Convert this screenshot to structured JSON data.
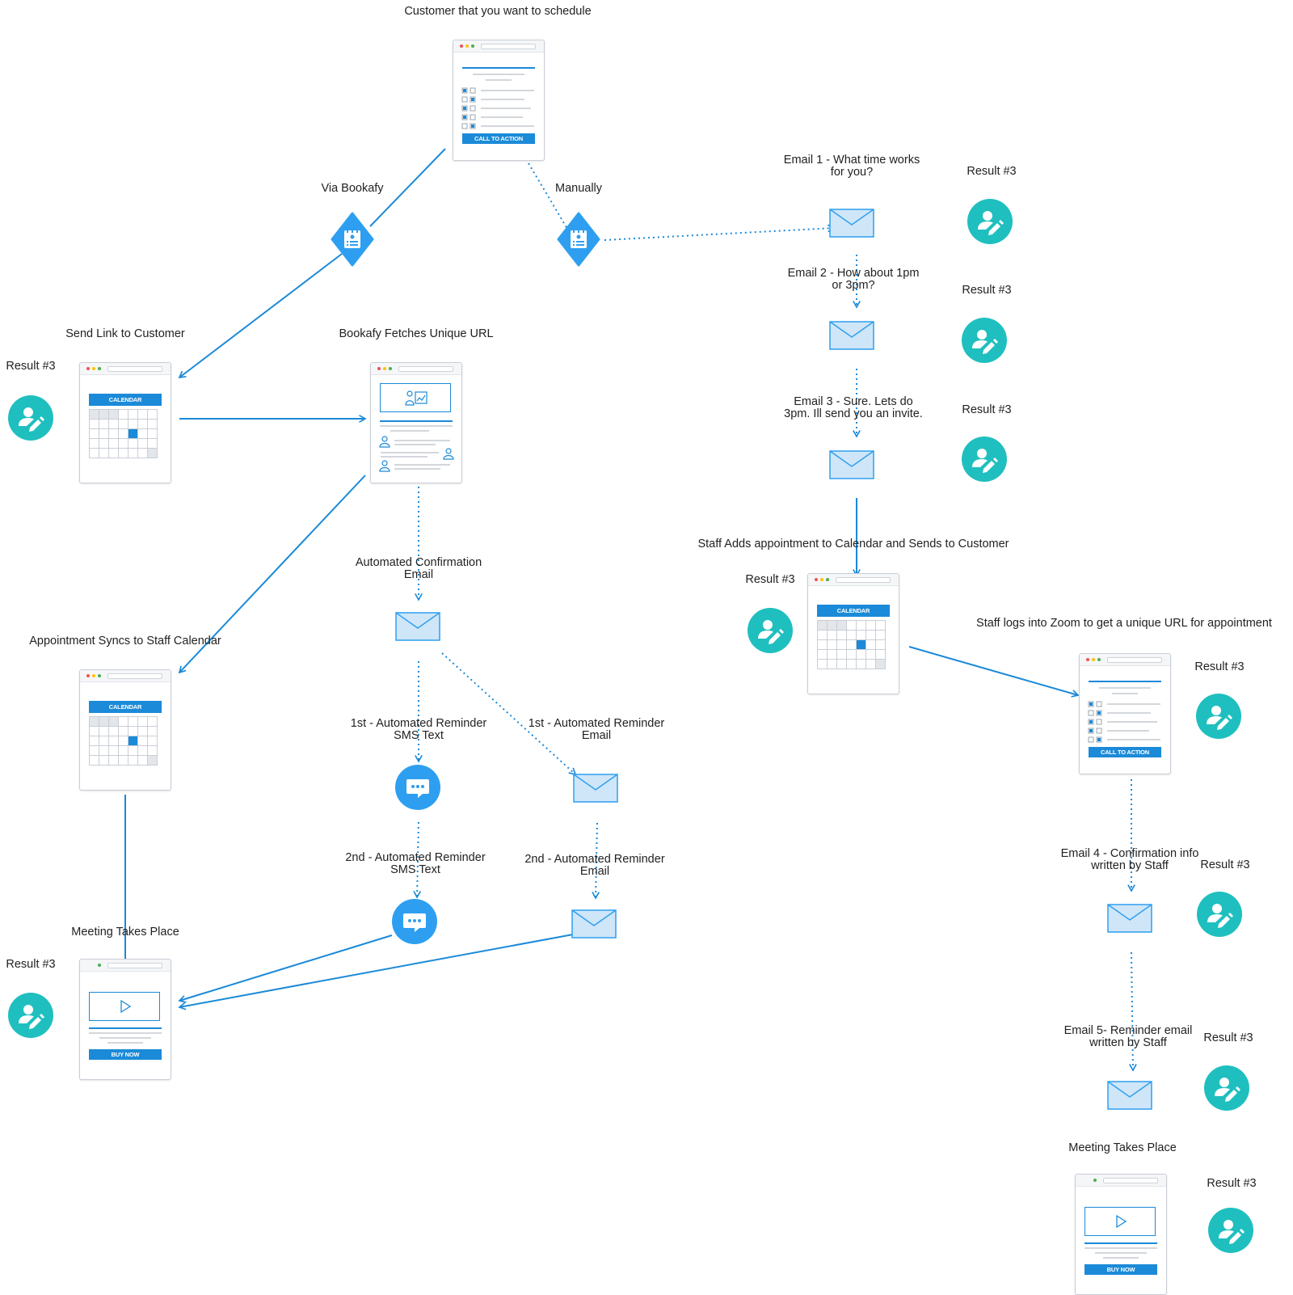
{
  "labels": {
    "customer": "Customer that you want to schedule",
    "via_bookafy": "Via Bookafy",
    "manually": "Manually",
    "send_link": "Send Link to Customer",
    "fetch_url": "Bookafy Fetches Unique URL",
    "auto_confirm": [
      "Automated Confirmation",
      "Email"
    ],
    "sync": "Appointment Syncs to Staff Calendar",
    "sms1": [
      "1st - Automated Reminder",
      "SMS Text"
    ],
    "email_rem1": [
      "1st - Automated Reminder",
      "Email"
    ],
    "sms2": [
      "2nd - Automated Reminder",
      "SMS Text"
    ],
    "email_rem2": [
      "2nd - Automated Reminder",
      "Email"
    ],
    "meeting_left": "Meeting Takes Place",
    "email1": [
      "Email 1 - What time works",
      "for you?"
    ],
    "email2": [
      "Email 2 - How about 1pm",
      "or 3pm?"
    ],
    "email3": [
      "Email 3 - Sure. Lets do",
      "3pm. Ill send you an invite."
    ],
    "staff_adds": "Staff Adds appointment to Calendar and Sends to Customer",
    "zoom": "Staff logs into Zoom to get a unique URL for appointment",
    "email4": [
      "Email 4 - Confirmation info",
      "written by Staff"
    ],
    "email5": [
      "Email 5- Reminder email",
      "written by Staff"
    ],
    "meeting_right": "Meeting Takes Place"
  },
  "result_label": "Result #3",
  "buttons": {
    "call_to_action": "CALL TO ACTION",
    "calendar": "CALENDAR",
    "buy_now": "BUY NOW"
  },
  "colors": {
    "accent": "#1b8ad8",
    "connector": "#1b8ad8",
    "avatar": "#1fbfbf",
    "icon_blue": "#2e9ff0",
    "envelope_fill": "#cfe6f8"
  },
  "icons": {
    "result": "user-edit-icon",
    "decision": "notepad-diamond-icon",
    "message": "envelope-icon",
    "sms": "chat-bubble-icon"
  }
}
